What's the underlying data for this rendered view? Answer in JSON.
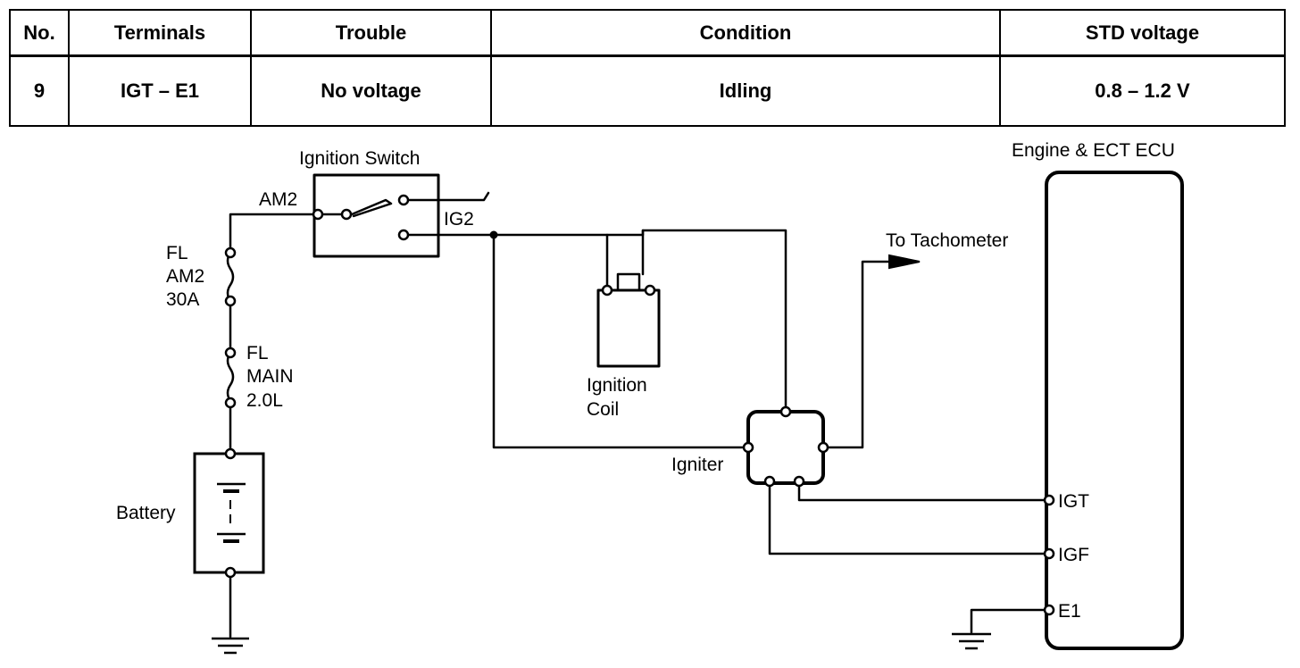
{
  "table": {
    "headers": [
      "No.",
      "Terminals",
      "Trouble",
      "Condition",
      "STD voltage"
    ],
    "rows": [
      [
        "9",
        "IGT – E1",
        "No voltage",
        "Idling",
        "0.8 – 1.2 V"
      ]
    ]
  },
  "diagram": {
    "labels": {
      "ignition_switch": "Ignition Switch",
      "am2": "AM2",
      "ig2": "IG2",
      "fl_am2_1": "FL",
      "fl_am2_2": "AM2",
      "fl_am2_3": "30A",
      "fl_main_1": "FL",
      "fl_main_2": "MAIN",
      "fl_main_3": "2.0L",
      "battery": "Battery",
      "ignition_coil_1": "Ignition",
      "ignition_coil_2": "Coil",
      "to_tachometer": "To Tachometer",
      "igniter": "Igniter",
      "ecu": "Engine & ECT ECU",
      "igt": "IGT",
      "igf": "IGF",
      "e1": "E1"
    }
  }
}
